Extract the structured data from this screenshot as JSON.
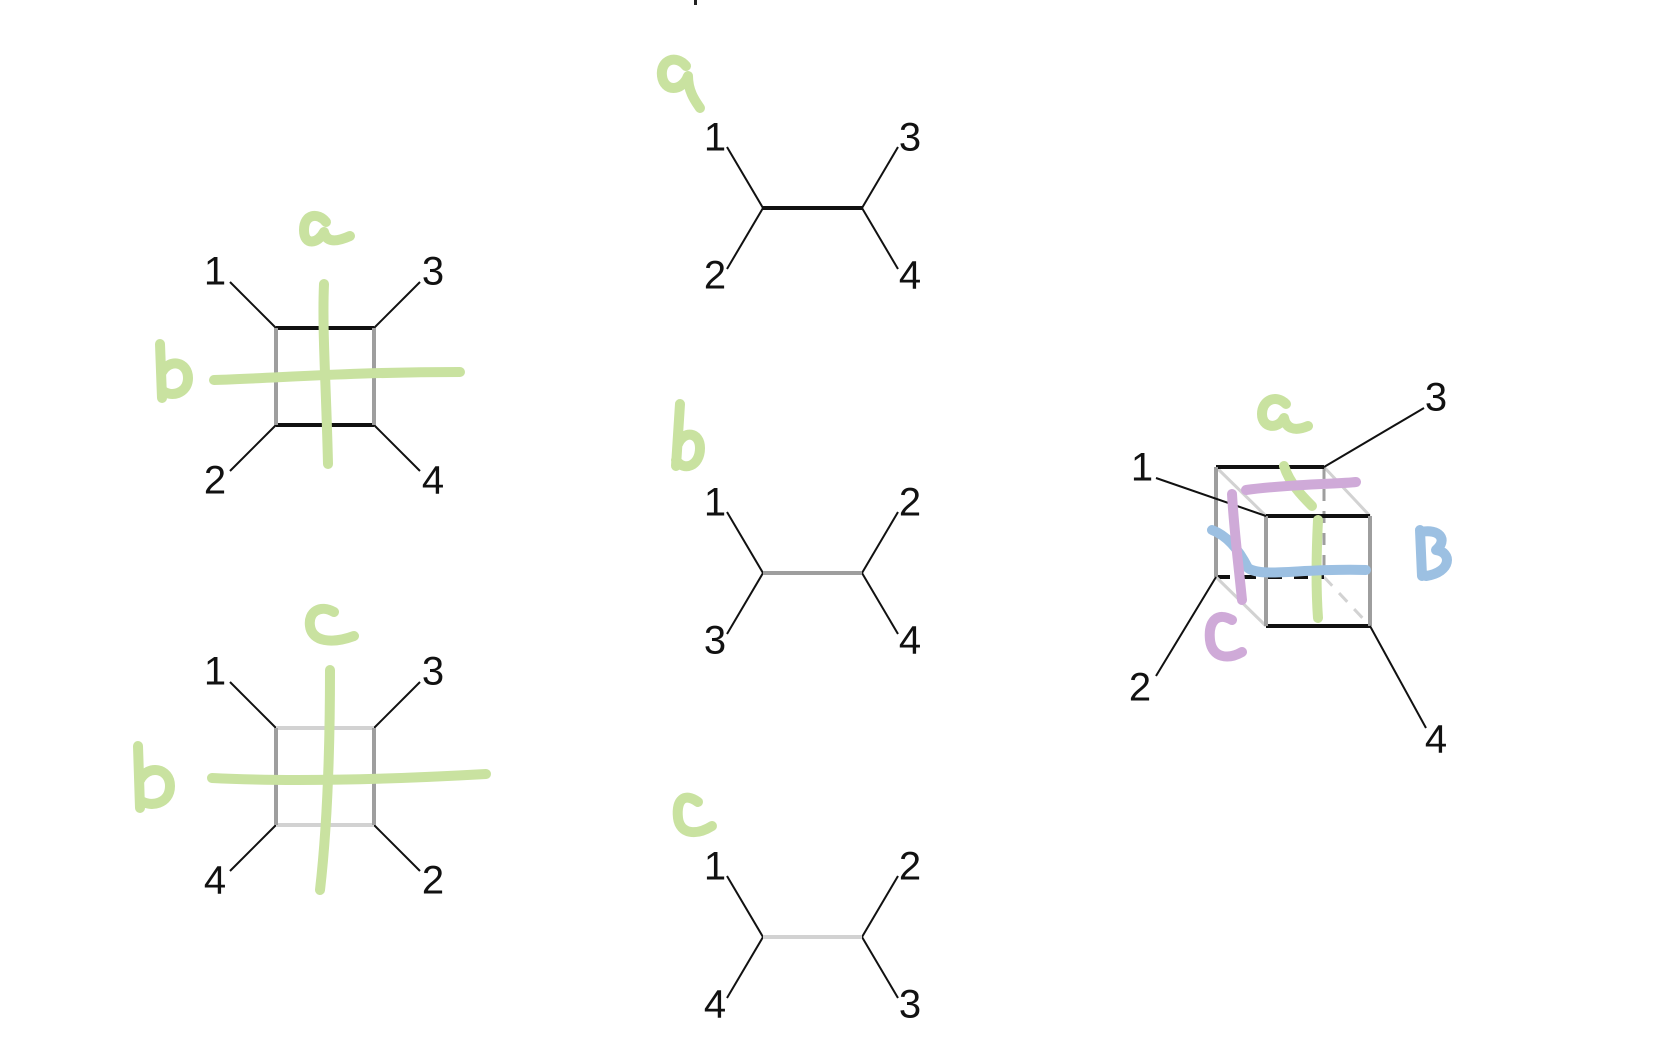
{
  "colors": {
    "edge_black": "#111111",
    "edge_gray": "#9e9e9e",
    "edge_light": "#d2d2d2",
    "hand_green": "#c9e2a0",
    "hand_blue": "#9cc0e2",
    "hand_purple": "#cfaad8"
  },
  "box_top": {
    "leg_labels": [
      "1",
      "3",
      "2",
      "4"
    ],
    "marks": {
      "vertical": "a",
      "horizontal": "b"
    }
  },
  "box_bottom": {
    "leg_labels": [
      "1",
      "3",
      "4",
      "2"
    ],
    "marks": {
      "vertical": "c",
      "horizontal": "b"
    }
  },
  "trees": [
    {
      "channel": "a",
      "leg_labels": [
        "1",
        "3",
        "2",
        "4"
      ],
      "internal_edge": "black"
    },
    {
      "channel": "b",
      "leg_labels": [
        "1",
        "2",
        "3",
        "4"
      ],
      "internal_edge": "gray"
    },
    {
      "channel": "c",
      "leg_labels": [
        "1",
        "2",
        "4",
        "3"
      ],
      "internal_edge": "light"
    }
  ],
  "cube": {
    "leg_labels": [
      "1",
      "3",
      "2",
      "4"
    ],
    "marks": {
      "green": "a",
      "blue": "b",
      "purple": "c"
    }
  }
}
